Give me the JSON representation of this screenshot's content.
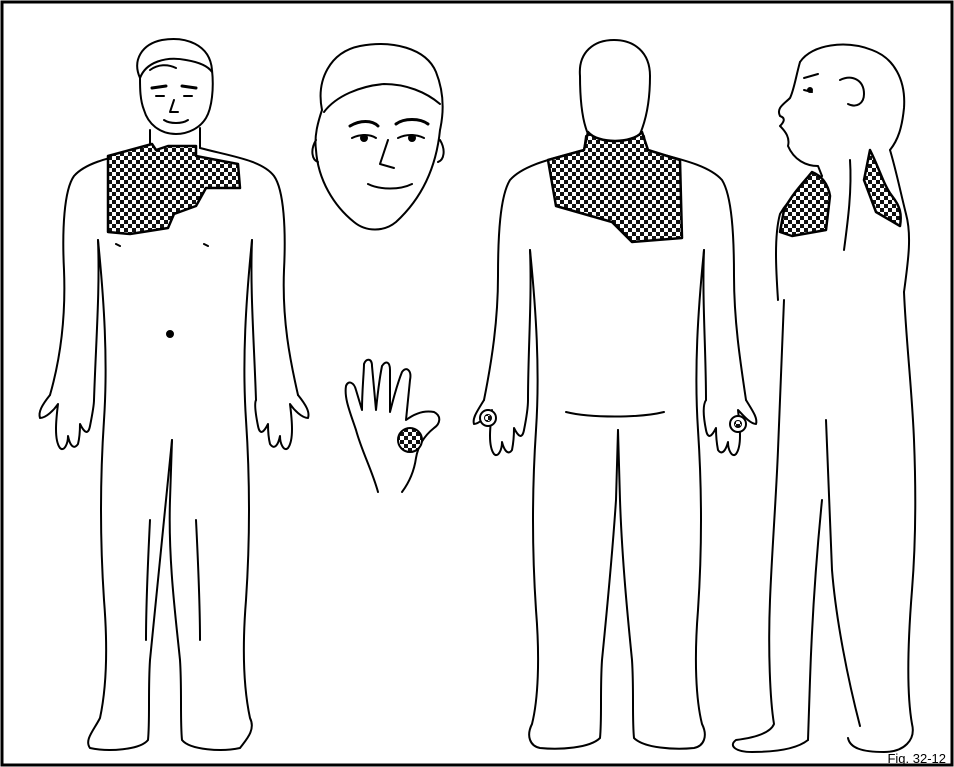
{
  "figure": {
    "label": "Fig. 32-12",
    "views": [
      "front-view",
      "face-view",
      "hand-palm-view",
      "back-view",
      "side-view"
    ],
    "shading": "checker-pattern",
    "colors": {
      "ink": "#000000",
      "background": "#ffffff",
      "shade_dark": "#111111"
    }
  }
}
